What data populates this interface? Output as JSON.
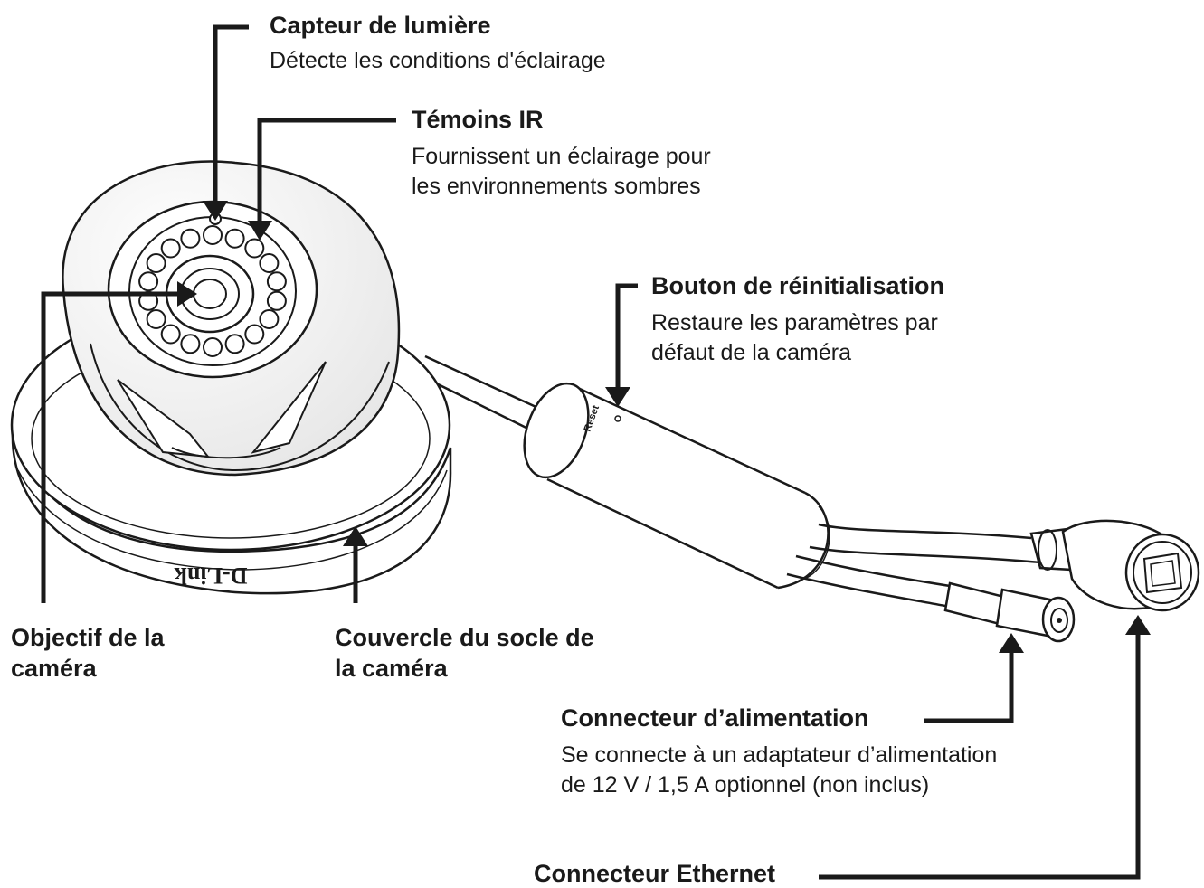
{
  "labels": {
    "capteur": {
      "title": "Capteur de lumière",
      "desc": "Détecte les conditions d'éclairage"
    },
    "temoins": {
      "title": "Témoins IR",
      "desc_line1": "Fournissent un éclairage pour",
      "desc_line2": "les environnements sombres"
    },
    "bouton": {
      "title": "Bouton de réinitialisation",
      "desc_line1": "Restaure les paramètres par",
      "desc_line2": "défaut de la caméra"
    },
    "objectif": {
      "title_line1": "Objectif de la",
      "title_line2": "caméra"
    },
    "couvercle": {
      "title_line1": "Couvercle du socle de",
      "title_line2": "la caméra"
    },
    "alimentation": {
      "title": "Connecteur d’alimentation",
      "desc_line1": "Se connecte à un adaptateur d’alimentation",
      "desc_line2": "de 12 V / 1,5 A optionnel (non inclus)"
    },
    "ethernet": {
      "title": "Connecteur Ethernet"
    }
  },
  "device": {
    "brand_text": "D-Link",
    "reset_text": "Reset"
  },
  "colors": {
    "line": "#1a1a1a",
    "fill": "#ffffff",
    "shade": "#e9e9e9"
  }
}
